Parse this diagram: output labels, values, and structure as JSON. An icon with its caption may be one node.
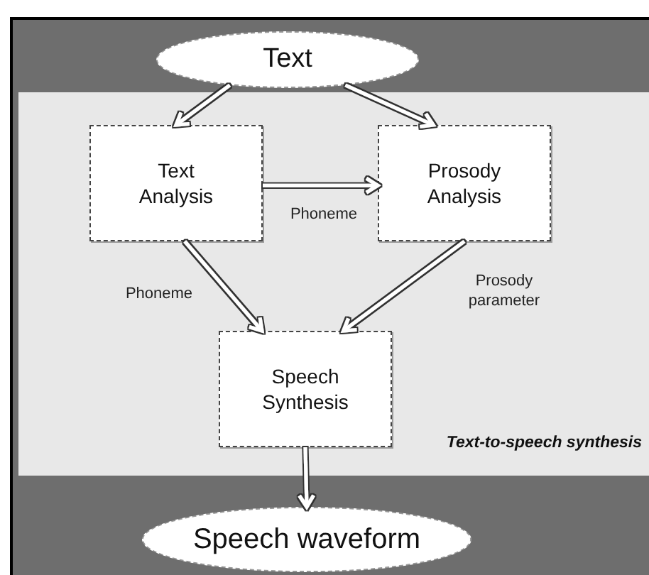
{
  "diagram": {
    "nodes": [
      {
        "text": [
          "Text"
        ]
      },
      {
        "text": [
          "Text-to-speech synthesis"
        ]
      },
      {
        "text": [
          "Text Analysis"
        ],
        "in": 1
      },
      {
        "text": [
          "Prosody Analysis"
        ],
        "in": 1
      },
      {
        "text": [
          "Speech Synthesis"
        ],
        "in": 1
      },
      {
        "text": [
          "Speech waveform"
        ]
      }
    ],
    "edges": [
      {
        "from": 0,
        "to": 2,
        "arrow": "to"
      },
      {
        "from": 0,
        "to": 3,
        "arrow": "to"
      },
      {
        "from": 2,
        "to": 3,
        "arrow": "to",
        "label": "Phoneme"
      },
      {
        "from": 2,
        "to": 4,
        "arrow": "to",
        "label": "Phoneme"
      },
      {
        "from": 3,
        "to": 4,
        "arrow": "to",
        "label": "Prosody parameter"
      },
      {
        "from": 4,
        "to": 5,
        "arrow": "to"
      }
    ]
  }
}
